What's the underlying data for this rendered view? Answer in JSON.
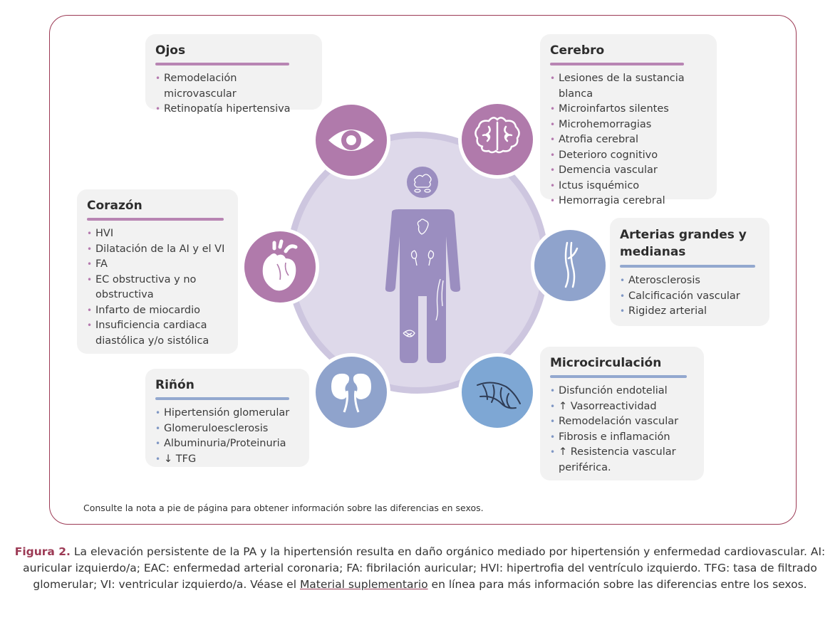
{
  "colors": {
    "frame": "#9c3a55",
    "purple": "#b07aab",
    "blue": "#8fa3cc",
    "card": "#f2f2f2"
  },
  "cards": {
    "ojos": {
      "title": "Ojos",
      "items": [
        "Remodelación microvascular",
        "Retinopatía hipertensiva"
      ],
      "icon": "eye-icon"
    },
    "cerebro": {
      "title": "Cerebro",
      "items": [
        "Lesiones de la sustancia blanca",
        "Microinfartos silentes",
        "Microhemorragias",
        "Atrofia cerebral",
        "Deterioro cognitivo",
        "Demencia vascular",
        "Ictus isquémico",
        "Hemorragia cerebral"
      ],
      "icon": "brain-icon"
    },
    "corazon": {
      "title": "Corazón",
      "items": [
        "HVI",
        "Dilatación de la AI y el VI",
        "FA",
        "EC obstructiva y no obstructiva",
        "Infarto de miocardio",
        "Insuficiencia cardiaca diastólica y/o sistólica"
      ],
      "icon": "heart-icon"
    },
    "arterias": {
      "title": "Arterias grandes y medianas",
      "items": [
        "Aterosclerosis",
        "Calcificación vascular",
        "Rigidez arterial"
      ],
      "icon": "artery-icon"
    },
    "rinon": {
      "title": "Riñón",
      "items": [
        "Hipertensión glomerular",
        "Glomeruloesclerosis",
        "Albuminuria/Proteinuria",
        "↓ TFG"
      ],
      "icon": "kidney-icon"
    },
    "micro": {
      "title": "Microcirculación",
      "items": [
        "Disfunción endotelial",
        "↑ Vasorreactividad",
        "Remodelación vascular",
        "Fibrosis e inflamación",
        "↑ Resistencia vascular periférica."
      ],
      "icon": "microcirculation-icon"
    }
  },
  "note": "Consulte la nota a pie de página para obtener información sobre las diferencias en sexos.",
  "caption": {
    "label": "Figura 2.",
    "text": " La elevación persistente de la PA y la hipertensión resulta en daño orgánico mediado por hipertensión y enfermedad cardiovascular. AI: auricular izquierdo/a; EAC: enfermedad arterial coronaria; FA: fibrilación auricular; HVI: hipertrofia del ventrículo izquierdo. TFG: tasa de filtrado glomerular; VI: ventricular izquierdo/a. Véase el ",
    "link": "Material suplementario",
    "tail": " en línea para más información sobre las diferencias entre los sexos."
  }
}
